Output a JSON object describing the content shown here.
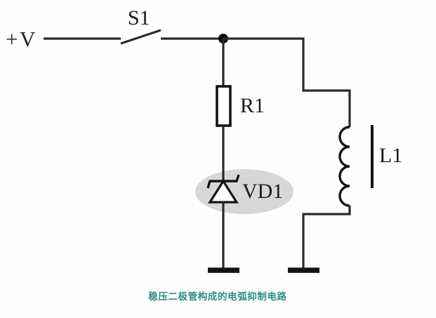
{
  "diagram": {
    "title_caption": "稳压二极管构成的电弧抑制电路",
    "caption_color": "#2f8f7d",
    "background_color": "#fefefe",
    "wire_color": "#2b2b2b",
    "highlight_color": "#d2d2d2",
    "supply_label_sign": "+",
    "supply_label_symbol": "V",
    "components": [
      {
        "id": "S1",
        "label": "S1",
        "type": "switch",
        "description": "single-pole single-throw open switch in series with supply rail"
      },
      {
        "id": "R1",
        "label": "R1",
        "type": "resistor",
        "description": "vertical rectangular resistor from top node down to zener diode"
      },
      {
        "id": "VD1",
        "label": "VD1",
        "type": "zener-diode",
        "description": "zener diode, cathode up, highlighted with grey ellipse"
      },
      {
        "id": "L1",
        "label": "L1",
        "type": "inductor",
        "description": "iron-core inductor with four coil turns and a core bar",
        "coil_turns": 4
      }
    ],
    "nodes": [
      {
        "id": "top-junction",
        "type": "junction-dot"
      },
      {
        "id": "ground-left",
        "type": "ground"
      },
      {
        "id": "ground-right",
        "type": "ground"
      }
    ]
  }
}
